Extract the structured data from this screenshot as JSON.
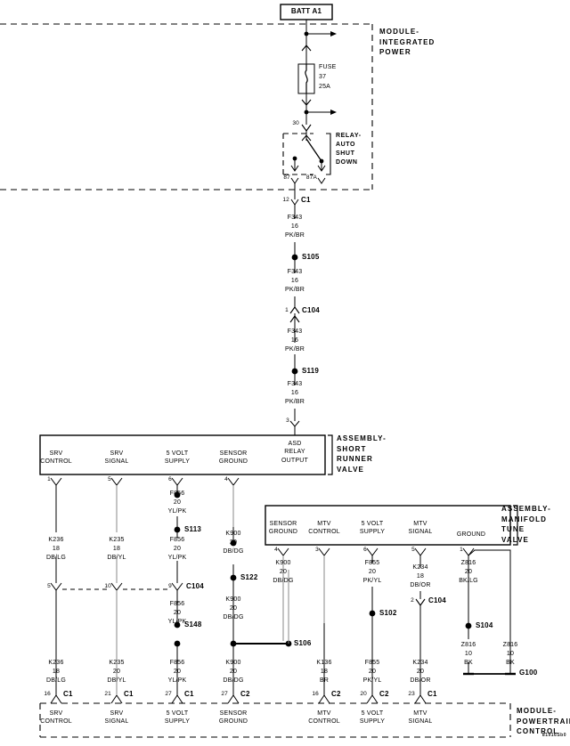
{
  "diagram": {
    "id_code": "81916Sb0",
    "battery_label": "BATT A1",
    "modules": {
      "integrated_power": "MODULE-\nINTEGRATED\nPOWER",
      "short_runner_valve": "ASSEMBLY-\nSHORT\nRUNNER\nVALVE",
      "manifold_tune_valve": "ASSEMBLY-\nMANIFOLD\nTUNE\nVALVE",
      "powertrain_control": "MODULE-\nPOWERTRAIN\nCONTROL"
    },
    "fuse": {
      "label": "FUSE",
      "number": "37",
      "rating": "25A"
    },
    "relay": {
      "name": "RELAY-\nAUTO\nSHUT\nDOWN",
      "common_pin": "30",
      "no_pin": "87",
      "nc_pin": "87A"
    },
    "feed_chain": {
      "c1_pin": "12",
      "c1_label": "C1",
      "segments": [
        {
          "circuit": "F343",
          "gauge": "16",
          "color": "PK/BR"
        },
        {
          "circuit": "F343",
          "gauge": "16",
          "color": "PK/BR"
        },
        {
          "circuit": "F343",
          "gauge": "16",
          "color": "PK/BR"
        },
        {
          "circuit": "F343",
          "gauge": "16",
          "color": "PK/BR"
        }
      ],
      "splice_1": "S105",
      "connector": {
        "pin": "1",
        "label": "C104"
      },
      "splice_2": "S119",
      "srv_pin": "3"
    },
    "srv_box": {
      "terminals": [
        {
          "label": "SRV\nCONTROL",
          "pin": "1"
        },
        {
          "label": "SRV\nSIGNAL",
          "pin": "5"
        },
        {
          "label": "5 VOLT\nSUPPLY",
          "pin": "6"
        },
        {
          "label": "SENSOR\nGROUND",
          "pin": "4"
        },
        {
          "label": "ASD\nRELAY\nOUTPUT",
          "pin": ""
        }
      ]
    },
    "mtv_box": {
      "terminals": [
        {
          "label": "SENSOR\nGROUND",
          "pin": "4"
        },
        {
          "label": "MTV\nCONTROL",
          "pin": "3"
        },
        {
          "label": "5 VOLT\nSUPPLY",
          "pin": "6"
        },
        {
          "label": "MTV\nSIGNAL",
          "pin": "5"
        },
        {
          "label": "GROUND",
          "pin": "1"
        }
      ]
    },
    "pcm_box": {
      "terminals": [
        {
          "label": "SRV\nCONTROL",
          "pin": "16",
          "conn": "C1"
        },
        {
          "label": "SRV\nSIGNAL",
          "pin": "21",
          "conn": "C1"
        },
        {
          "label": "5 VOLT\nSUPPLY",
          "pin": "27",
          "conn": "C1"
        },
        {
          "label": "SENSOR\nGROUND",
          "pin": "27",
          "conn": "C2"
        },
        {
          "label": "MTV\nCONTROL",
          "pin": "16",
          "conn": "C2"
        },
        {
          "label": "5 VOLT\nSUPPLY",
          "pin": "20",
          "conn": "C2"
        },
        {
          "label": "MTV\nSIGNAL",
          "pin": "23",
          "conn": "C1"
        }
      ]
    },
    "wires": {
      "srv_control_upper": {
        "circuit": "K236",
        "gauge": "18",
        "color": "DB/LG"
      },
      "srv_control_lower": {
        "circuit": "K236",
        "gauge": "18",
        "color": "DB/LG"
      },
      "srv_signal_upper": {
        "circuit": "K235",
        "gauge": "18",
        "color": "DB/YL"
      },
      "srv_signal_lower": {
        "circuit": "K235",
        "gauge": "20",
        "color": "DB/YL"
      },
      "srv_5v_top": {
        "circuit": "F856",
        "gauge": "20",
        "color": "YL/PK"
      },
      "srv_5v_mid": {
        "circuit": "F856",
        "gauge": "20",
        "color": "YL/PK"
      },
      "srv_5v_mid2": {
        "circuit": "F856",
        "gauge": "20",
        "color": "YL/PK"
      },
      "srv_5v_lower": {
        "circuit": "F856",
        "gauge": "20",
        "color": "YL/PK"
      },
      "srv_gnd_upper": {
        "circuit": "K900",
        "gauge": "20",
        "color": "DB/DG"
      },
      "srv_gnd_mid": {
        "circuit": "K900",
        "gauge": "20",
        "color": "DB/DG"
      },
      "srv_gnd_lower": {
        "circuit": "K900",
        "gauge": "20",
        "color": "DB/DG"
      },
      "mtv_sensor_gnd": {
        "circuit": "K900",
        "gauge": "20",
        "color": "DB/DG"
      },
      "mtv_control": {
        "circuit": "K136",
        "gauge": "18",
        "color": "BR"
      },
      "mtv_5v_upper": {
        "circuit": "F855",
        "gauge": "20",
        "color": "PK/YL"
      },
      "mtv_5v_lower": {
        "circuit": "F855",
        "gauge": "20",
        "color": "PK/YL"
      },
      "mtv_signal_upper": {
        "circuit": "K234",
        "gauge": "18",
        "color": "DB/OR"
      },
      "mtv_signal_lower": {
        "circuit": "K234",
        "gauge": "20",
        "color": "DB/OR"
      },
      "mtv_gnd": {
        "circuit": "Z816",
        "gauge": "20",
        "color": "BK/LG"
      },
      "gnd_left": {
        "circuit": "Z816",
        "gauge": "10",
        "color": "BK"
      },
      "gnd_right": {
        "circuit": "Z816",
        "gauge": "10",
        "color": "BK"
      }
    },
    "splices": {
      "s105": "S105",
      "s119": "S119",
      "s113": "S113",
      "s122": "S122",
      "s148": "S148",
      "s106": "S106",
      "s102": "S102",
      "s104": "S104"
    },
    "connectors": {
      "c104_feed": {
        "pin": "1",
        "label": "C104"
      },
      "c104_srv": {
        "label": "C104",
        "pins": [
          "5",
          "10",
          "9"
        ]
      },
      "c104_mtv": {
        "pin": "2",
        "label": "C104"
      }
    },
    "ground": {
      "label": "G100"
    }
  }
}
